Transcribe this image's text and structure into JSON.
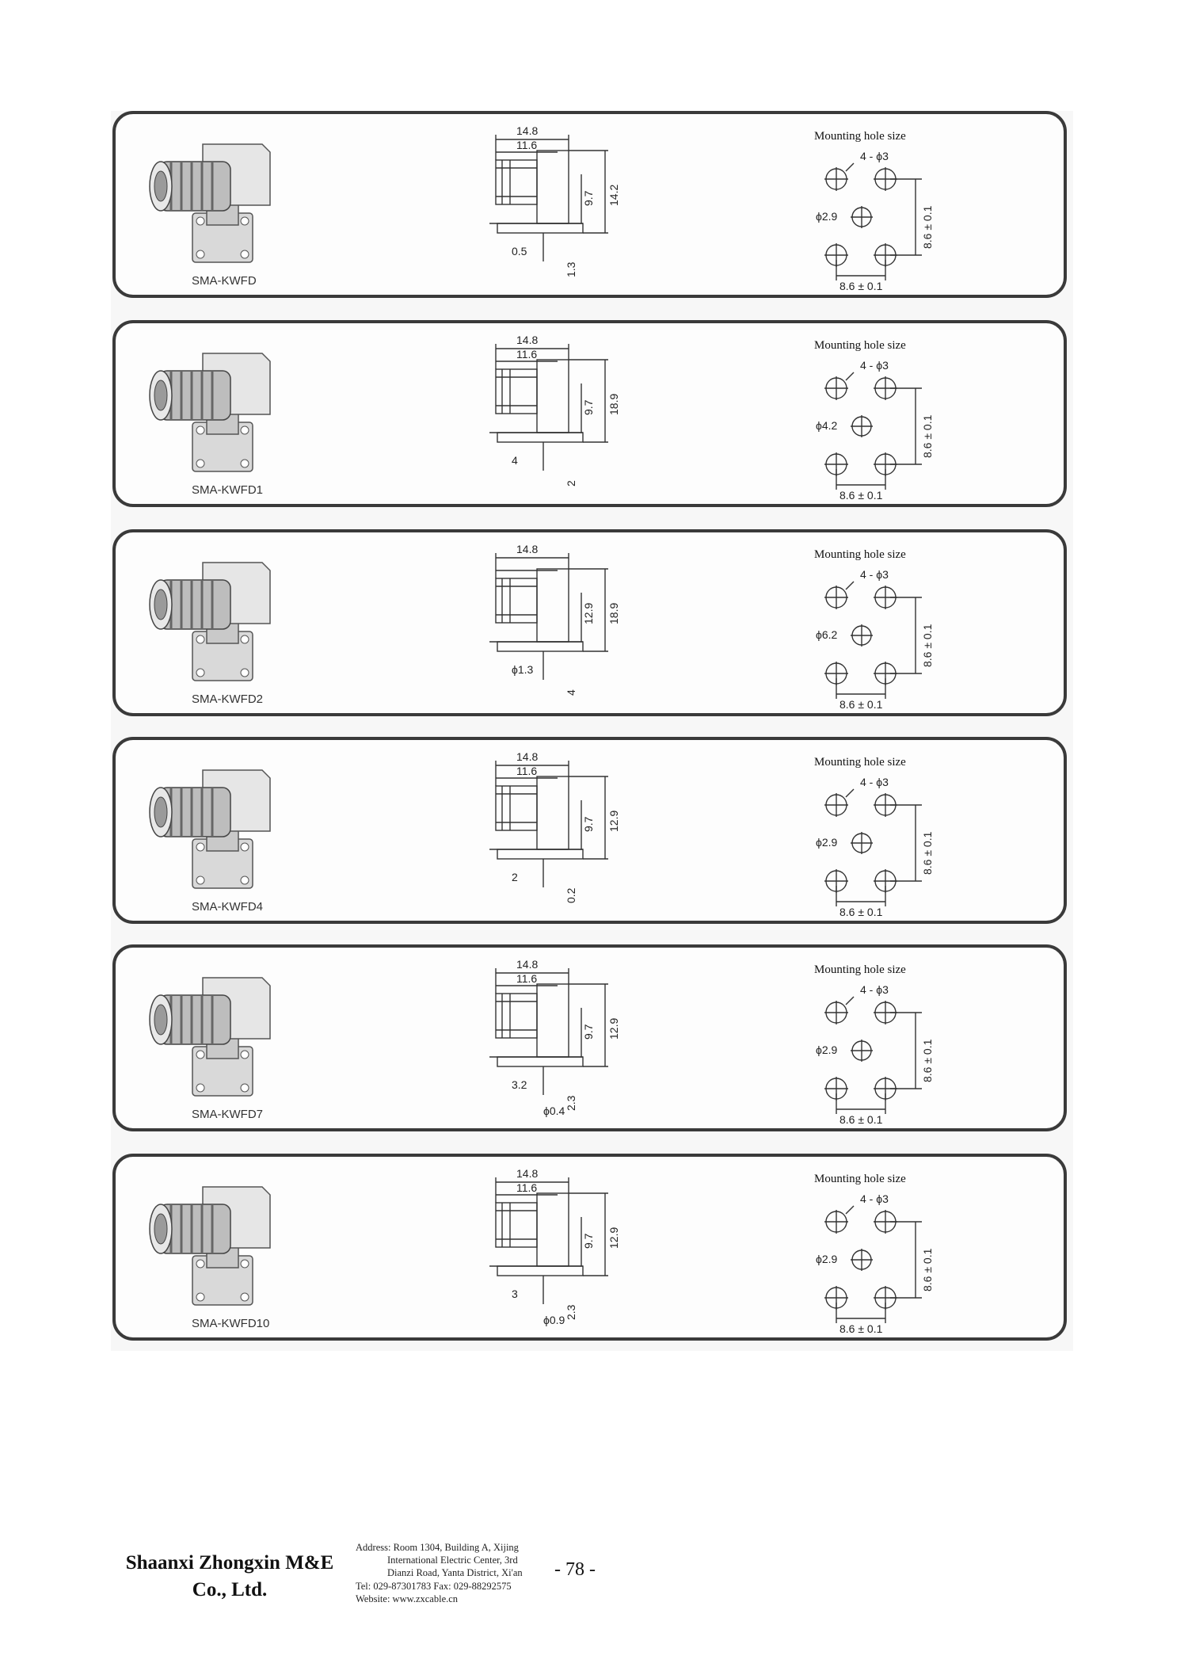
{
  "panels": [
    {
      "model": "SMA-KWFD",
      "mounting_label": "Mounting hole size",
      "dims": [
        "14.8",
        "11.6",
        "9.7",
        "14.2",
        "0.5",
        "1.3"
      ],
      "holes": {
        "count_dia": "4 - ϕ3",
        "center_dia": "ϕ2.9",
        "pitch_x": "8.6 ± 0.1",
        "pitch_y": "8.6 ± 0.1"
      }
    },
    {
      "model": "SMA-KWFD1",
      "mounting_label": "Mounting hole size",
      "dims": [
        "14.8",
        "11.6",
        "9.7",
        "18.9",
        "4",
        "2"
      ],
      "holes": {
        "count_dia": "4 - ϕ3",
        "center_dia": "ϕ4.2",
        "pitch_x": "8.6 ± 0.1",
        "pitch_y": "8.6 ± 0.1"
      }
    },
    {
      "model": "SMA-KWFD2",
      "mounting_label": "Mounting hole size",
      "dims": [
        "14.8",
        "",
        "12.9",
        "18.9",
        "ϕ1.3",
        "4"
      ],
      "holes": {
        "count_dia": "4 - ϕ3",
        "center_dia": "ϕ6.2",
        "pitch_x": "8.6 ± 0.1",
        "pitch_y": "8.6 ± 0.1"
      }
    },
    {
      "model": "SMA-KWFD4",
      "mounting_label": "Mounting hole size",
      "dims": [
        "14.8",
        "11.6",
        "9.7",
        "12.9",
        "2",
        "0.2"
      ],
      "holes": {
        "count_dia": "4 - ϕ3",
        "center_dia": "ϕ2.9",
        "pitch_x": "8.6 ± 0.1",
        "pitch_y": "8.6 ± 0.1"
      }
    },
    {
      "model": "SMA-KWFD7",
      "mounting_label": "Mounting hole size",
      "dims": [
        "14.8",
        "11.6",
        "9.7",
        "12.9",
        "3.2",
        "2.3",
        "ϕ0.4"
      ],
      "holes": {
        "count_dia": "4 - ϕ3",
        "center_dia": "ϕ2.9",
        "pitch_x": "8.6 ± 0.1",
        "pitch_y": "8.6 ± 0.1"
      }
    },
    {
      "model": "SMA-KWFD10",
      "mounting_label": "Mounting hole size",
      "dims": [
        "14.8",
        "11.6",
        "9.7",
        "12.9",
        "3",
        "2.3",
        "ϕ0.9"
      ],
      "holes": {
        "count_dia": "4 - ϕ3",
        "center_dia": "ϕ2.9",
        "pitch_x": "8.6 ± 0.1",
        "pitch_y": "8.6 ± 0.1"
      }
    }
  ],
  "footer": {
    "company_line1": "Shaanxi Zhongxin M&E",
    "company_line2": "Co., Ltd.",
    "address_line1": "Address: Room 1304, Building A, Xijing",
    "address_line2": "International Electric Center, 3rd",
    "address_line3": "Dianzi Road, Yanta District, Xi'an",
    "contact": "Tel: 029-87301783    Fax: 029-88292575",
    "website": "Website: www.zxcable.cn",
    "page_number": "- 78 -"
  }
}
